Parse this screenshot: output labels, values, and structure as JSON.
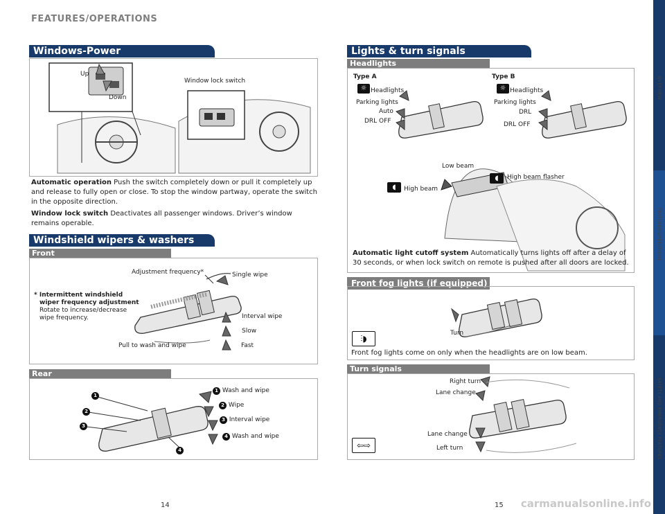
{
  "header": {
    "title": "FEATURES/OPERATIONS"
  },
  "windows": {
    "banner": "Windows-Power",
    "labels": {
      "up": "Up",
      "down": "Down",
      "lock_switch": "Window lock switch"
    },
    "auto_op_bold": "Automatic operation",
    "auto_op_text": " Push the switch completely down or pull it completely up and release to fully open or close. To stop the window partway, operate the switch in the opposite direction.",
    "lock_bold": "Window lock switch",
    "lock_text": " Deactivates all passenger windows. Driver’s window remains operable."
  },
  "wipers": {
    "banner": "Windshield wipers & washers",
    "front_title": "Front",
    "adjustment": "Adjustment frequency*",
    "single": "Single wipe",
    "note_bold": "* Intermittent windshield",
    "note_bold2": "wiper frequency adjustment",
    "note_text1": "Rotate to increase/decrease",
    "note_text2": "wipe frequency.",
    "interval": "Interval wipe",
    "slow": "Slow",
    "fast": "Fast",
    "pull": "Pull to wash and wipe",
    "rear_title": "Rear",
    "rear_items": [
      {
        "n": "1",
        "label": "Wash and wipe"
      },
      {
        "n": "2",
        "label": "Wipe"
      },
      {
        "n": "3",
        "label": "Interval wipe"
      },
      {
        "n": "4",
        "label": "Wash and wipe"
      }
    ]
  },
  "lights": {
    "banner": "Lights & turn signals",
    "headlights_title": "Headlights",
    "type_a": {
      "title": "Type A",
      "headlights": "Headlights",
      "parking": "Parking lights",
      "auto": "Auto",
      "drl_off": "DRL OFF"
    },
    "type_b": {
      "title": "Type B",
      "headlights": "Headlights",
      "parking": "Parking lights",
      "drl": "DRL",
      "drl_off": "DRL OFF"
    },
    "low_beam": "Low beam",
    "high_beam": "High beam",
    "high_beam_flasher": "High beam flasher",
    "cutoff_bold": "Automatic light cutoff system",
    "cutoff_text": " Automatically turns lights off after a delay of 30 seconds, or when lock switch on remote is pushed after all doors are locked."
  },
  "fog": {
    "banner": "Front fog lights (if equipped)",
    "turn": "Turn",
    "note": "Front fog lights come on only when the headlights are on low beam."
  },
  "turn_signals": {
    "title": "Turn signals",
    "right_turn": "Right turn",
    "lane_change_top": "Lane change",
    "lane_change_bottom": "Lane change",
    "left_turn": "Left turn"
  },
  "sidebar": {
    "overview": "OVERVIEW",
    "features": "FEATURES/OPERATIONS",
    "safety": "SAFETY AND EMERGENCY FEATURES"
  },
  "pages": {
    "left": "14",
    "right": "15"
  },
  "watermark": "carmanualsonline.info",
  "colors": {
    "banner": "#173a6b",
    "subbar": "#7d7d7d",
    "sidebar_active": "#1e5094"
  }
}
